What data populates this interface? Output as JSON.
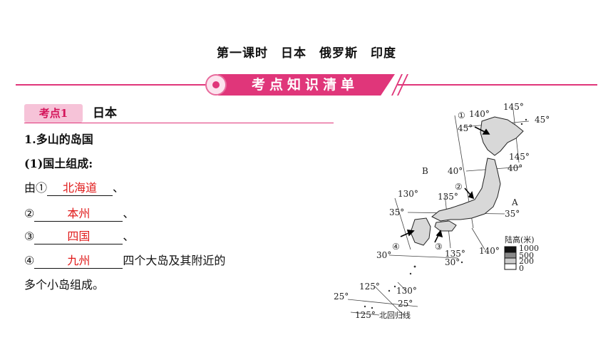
{
  "lesson_title": "第一课时　日本　俄罗斯　印度",
  "banner": "考点知识清单",
  "point": {
    "tag": "考点1",
    "title": "日本"
  },
  "section_heading": "1.多山的岛国",
  "sub_heading": "(1)国土组成:",
  "items": [
    {
      "prefix": "由①",
      "answer": "北海道",
      "suffix": "、"
    },
    {
      "prefix": "②",
      "answer": "本州",
      "suffix": "、"
    },
    {
      "prefix": "③",
      "answer": "四国",
      "suffix": "、"
    },
    {
      "prefix": "④",
      "answer": "九州",
      "suffix": "四个大岛及其附近的"
    }
  ],
  "continuation": "多个小岛组成。",
  "map": {
    "labels": {
      "n1": "①",
      "n2": "②",
      "n3": "③",
      "n4": "④",
      "a": "A",
      "b": "B",
      "lon140_top": "140°",
      "lon145_top": "145°",
      "lat45_left": "45°",
      "lat45_right": "45°",
      "lon145_mid": "145°",
      "lat40_left": "40°",
      "lat40_right": "40°",
      "lon130": "130°",
      "lon135": "135°",
      "lat35_left": "35°",
      "lat35_right": "35°",
      "lat30_left": "30°",
      "lon135_bottom": "135°",
      "lat30_mid": "30°",
      "lon140_bottom": "140°",
      "lon125": "125°",
      "lon130_bottom": "130°",
      "lat25_left": "25°",
      "lat25_right": "25°",
      "lon125_bottom": "125°",
      "tropic": "北回归线"
    },
    "legend": {
      "title": "陆高(米)",
      "levels": [
        "1000",
        "500",
        "200",
        "0"
      ]
    }
  }
}
